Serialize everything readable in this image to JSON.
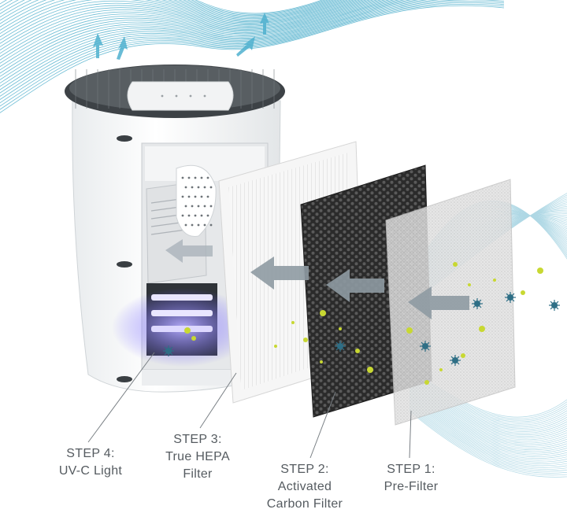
{
  "colors": {
    "air_lines": "#3aa6c6",
    "filter_frame": "#f4f4f4",
    "carbon": "#2a2a2a",
    "prefilter": "#d8d8d8",
    "arrow": "#8e9aa2",
    "uv_glow": "#8a7cff",
    "label_text": "#555b60",
    "germ": "#2f6f86",
    "particle": "#c8d832"
  },
  "icons": [
    "airflow-arrow-icon",
    "flow-arrow-icon",
    "germ-icon",
    "particle-icon"
  ],
  "steps": [
    {
      "line1": "STEP 4:",
      "line2": "UV-C Light",
      "line3": ""
    },
    {
      "line1": "STEP 3:",
      "line2": "True HEPA",
      "line3": "Filter"
    },
    {
      "line1": "STEP 2:",
      "line2": "Activated",
      "line3": "Carbon Filter"
    },
    {
      "line1": "STEP 1:",
      "line2": "Pre-Filter",
      "line3": ""
    }
  ]
}
